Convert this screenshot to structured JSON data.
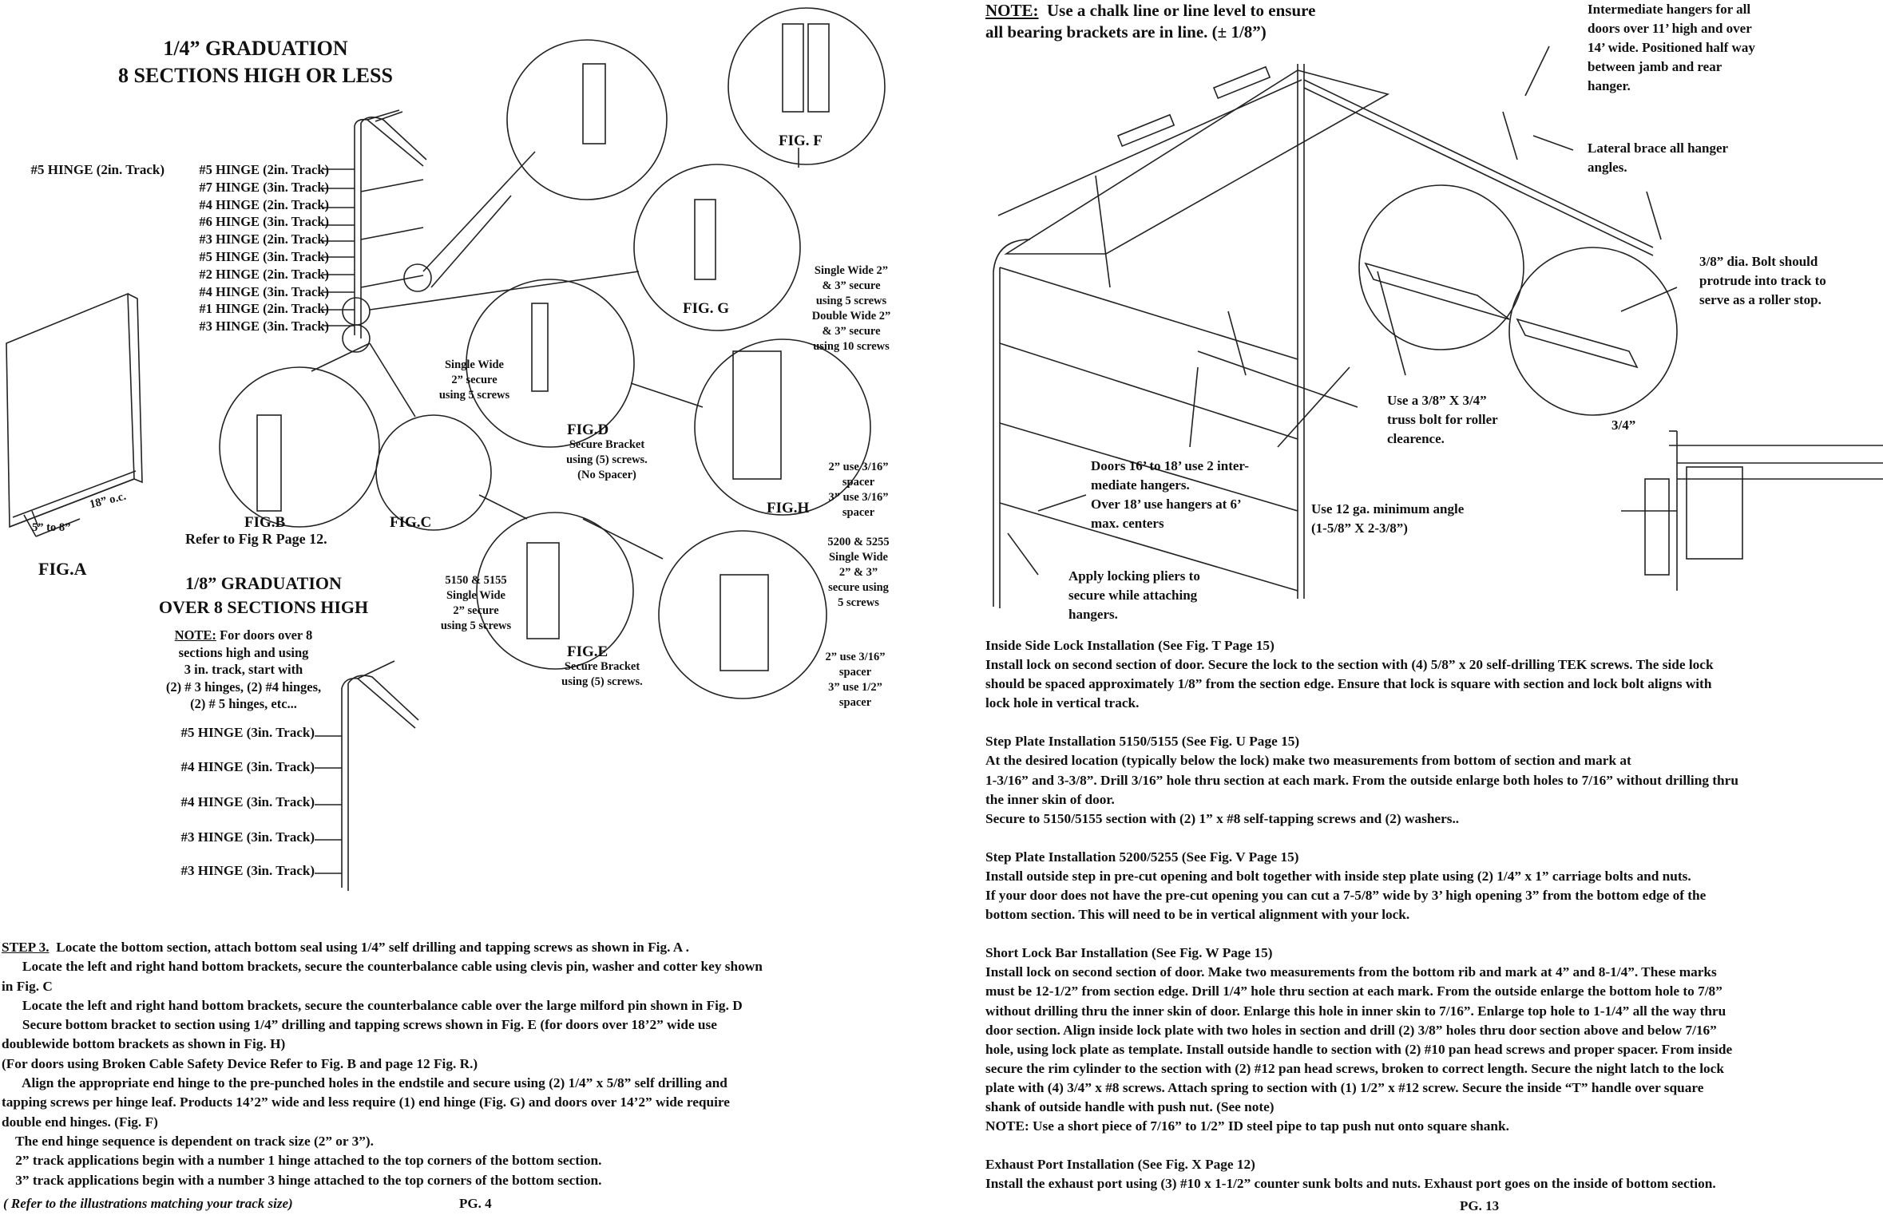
{
  "left_page": {
    "title1_line1": "1/4” GRADUATION",
    "title1_line2": "8 SECTIONS HIGH OR LESS",
    "hinge_list": [
      "#5 HINGE (2in. Track)",
      "#7 HINGE (3in. Track)",
      "#4 HINGE (2in. Track)",
      "#6 HINGE (3in. Track)",
      "#3 HINGE (2in. Track)",
      "#5 HINGE (3in. Track)",
      "#2 HINGE (2in. Track)",
      "#4 HINGE (3in. Track)",
      "#1 HINGE (2in. Track)",
      "#3 HINGE (3in. Track)"
    ],
    "fig_a": "FIG.A",
    "fig_a_dim1": "18” o.c.",
    "fig_a_dim2": "5” to 8”",
    "fig_b": "FIG.B",
    "fig_b_ref": "Refer to Fig R Page 12.",
    "fig_c": "FIG.C",
    "fig_d": "FIG.D",
    "fig_d_note": [
      "Secure Bracket",
      "using (5) screws.",
      "(No Spacer)"
    ],
    "fig_d_left": [
      "Single Wide",
      "2” secure",
      "using 5 screws"
    ],
    "fig_e": "FIG.E",
    "fig_e_note": [
      "Secure Bracket",
      "using (5) screws."
    ],
    "fig_e_left": [
      "5150 & 5155",
      "Single Wide",
      "2” secure",
      "using 5 screws"
    ],
    "fig_f": "FIG. F",
    "fig_g": "FIG. G",
    "fig_h": "FIG.H",
    "fig_h_note": [
      "Single Wide 2”",
      "& 3” secure",
      "using 5 screws",
      "Double Wide 2”",
      "& 3” secure",
      "using 10 screws"
    ],
    "fig_h_spacers": [
      "2” use 3/16”",
      "spacer",
      "3” use 3/16”",
      "spacer"
    ],
    "fig_5200_note": [
      "5200 & 5255",
      "Single Wide",
      "2” & 3”",
      "secure using",
      "5 screws"
    ],
    "fig_5200_spacers": [
      "2” use 3/16”",
      "spacer",
      "3” use 1/2”",
      "spacer"
    ],
    "title2_line1": "1/8” GRADUATION",
    "title2_line2": "OVER 8 SECTIONS HIGH",
    "note_label": "NOTE:",
    "note_lines": [
      " For doors over 8",
      "sections high and using",
      "3 in. track, start with",
      "(2) # 3 hinges, (2) #4 hinges,",
      "(2) # 5 hinges, etc..."
    ],
    "hinge_list2": [
      "#5 HINGE (3in. Track)",
      "#4 HINGE (3in. Track)",
      "#4 HINGE (3in. Track)",
      "#3 HINGE (3in. Track)",
      "#3 HINGE (3in. Track)"
    ],
    "step_label": "STEP 3.",
    "step_lines": [
      "  Locate the bottom section, attach bottom seal using 1/4” self drilling and tapping screws as shown in Fig. A .",
      "      Locate the left and right hand bottom brackets, secure the counterbalance cable using clevis pin, washer and cotter key shown",
      "in Fig. C",
      "      Locate the left and right hand bottom brackets, secure the counterbalance cable over the large milford pin shown in Fig. D",
      "      Secure bottom bracket to section using 1/4” drilling and tapping screws shown in Fig. E (for doors over 18’2” wide use",
      "doublewide bottom brackets as shown in Fig. H)",
      "(For doors using Broken Cable Safety Device Refer to Fig. B and page 12 Fig. R.)",
      "      Align the appropriate end hinge to the pre-punched holes in the endstile and secure using (2) 1/4” x 5/8” self drilling and",
      "tapping screws per hinge leaf. Products 14’2” wide and less require (1) end hinge (Fig. G) and doors over 14’2” wide require",
      "double end hinges. (Fig. F)",
      "    The end hinge sequence is dependent on track size (2” or 3”).",
      "    2” track applications begin with a number 1 hinge attached to the top corners of the bottom section.",
      "    3” track applications begin with a number 3 hinge attached to the top corners of the bottom section."
    ],
    "footer_note": "( Refer to the illustrations matching your track size)",
    "page_number": "PG. 4"
  },
  "right_page": {
    "note_label": "NOTE:",
    "note_line1": "  Use a chalk line or line level to ensure",
    "note_line2": "all bearing brackets are in line. (± 1/8”)",
    "callout_intermediate": [
      "Intermediate hangers for all",
      "doors over 11’ high and over",
      "14’ wide. Positioned half way",
      "between jamb and rear",
      "hanger."
    ],
    "callout_lateral": [
      "Lateral brace all hanger",
      "angles."
    ],
    "callout_bolt": [
      "3/8” dia. Bolt should",
      "protrude into track to",
      "serve as a roller stop."
    ],
    "callout_truss": [
      "Use a 3/8” X 3/4”",
      "truss bolt for roller",
      "clearence."
    ],
    "callout_dim": "3/4”",
    "callout_doors": [
      "Doors 16’ to 18’ use 2 inter-",
      "mediate hangers.",
      "Over 18’ use hangers at 6’",
      "max. centers"
    ],
    "callout_angle": [
      "Use 12 ga. minimum angle",
      "(1-5/8” X 2-3/8”)"
    ],
    "callout_pliers": [
      "Apply locking pliers to",
      "secure while attaching",
      "hangers."
    ],
    "sections": [
      {
        "heading": "Inside Side Lock Installation (See Fig. T Page 15)",
        "lines": [
          "Install lock on second section of door.  Secure the lock to the section with (4) 5/8” x 20 self-drilling TEK screws.  The side lock",
          "should be spaced approximately 1/8” from the section edge.  Ensure that lock is square with section and lock bolt aligns with",
          "lock hole in vertical track."
        ]
      },
      {
        "heading": "Step Plate Installation 5150/5155 (See Fig. U Page 15)",
        "lines": [
          "At the desired location (typically below the lock) make two measurements from bottom of section and mark at",
          "1-3/16” and 3-3/8”.  Drill 3/16” hole thru section at each mark.  From the outside enlarge both holes to 7/16” without drilling thru",
          "the inner skin of door.",
          "Secure to 5150/5155 section with (2) 1” x #8 self-tapping screws and (2) washers.."
        ]
      },
      {
        "heading": "Step Plate Installation 5200/5255 (See Fig. V Page 15)",
        "lines": [
          "Install outside step in pre-cut opening and bolt together with inside step plate using (2) 1/4” x 1” carriage bolts and nuts.",
          "If your door does not have the pre-cut opening you can cut a 7-5/8” wide by 3’ high opening 3” from the bottom edge of the",
          "bottom section.  This will need to be in vertical alignment with your lock."
        ]
      },
      {
        "heading": "Short Lock Bar Installation (See Fig. W Page 15)",
        "lines": [
          "Install lock on second section of door.  Make two measurements from the bottom rib and mark at 4” and 8-1/4”.  These marks",
          "must be 12-1/2” from section edge.  Drill 1/4” hole thru section at each mark.  From the outside enlarge the bottom hole to 7/8”",
          "without drilling thru the inner skin of door.  Enlarge this hole in inner skin to 7/16”.  Enlarge top hole to 1-1/4” all the way thru",
          "door section.  Align inside lock plate with two holes in section and drill (2) 3/8” holes thru door section above and below 7/16”",
          "hole, using lock plate as template.  Install outside handle to section with (2) #10 pan head screws and proper spacer.  From inside",
          "secure the rim cylinder to the section with (2) #12 pan head screws, broken to correct length.  Secure the night latch to the lock",
          "plate with (4) 3/4” x #8 screws.  Attach spring to section with (1) 1/2” x #12 screw.  Secure the inside “T” handle over square",
          "shank of outside handle with push nut. (See note)",
          "NOTE:  Use a short piece of 7/16” to 1/2” ID steel pipe to tap push nut onto square shank."
        ]
      },
      {
        "heading": "Exhaust Port Installation (See Fig. X Page 12)",
        "lines": [
          "Install the exhaust port using (3) #10 x 1-1/2” counter sunk bolts and nuts.  Exhaust port goes on the inside of bottom section."
        ]
      }
    ],
    "page_number": "PG. 13"
  }
}
